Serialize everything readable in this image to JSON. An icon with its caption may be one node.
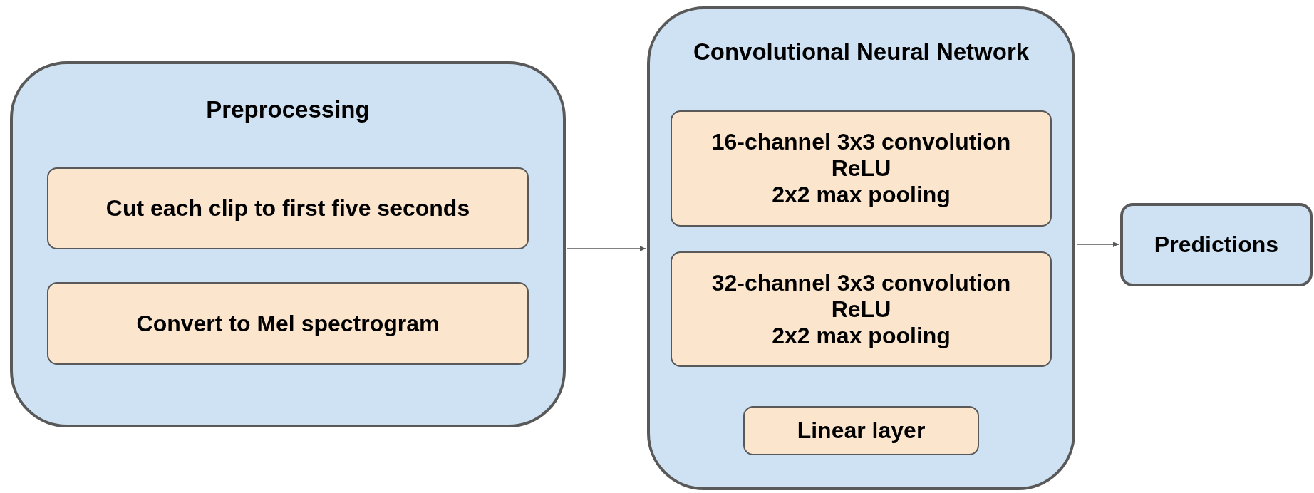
{
  "diagram": {
    "nodes": [
      {
        "text": [
          "Preprocessing"
        ]
      },
      {
        "text": [
          "Cut each clip to first five seconds"
        ],
        "in": 0
      },
      {
        "text": [
          "Convert to Mel spectrogram"
        ],
        "in": 0
      },
      {
        "text": [
          "Convolutional Neural Network"
        ]
      },
      {
        "text": [
          "16-channel 3x3 convolution",
          "ReLU",
          "2x2 max pooling"
        ],
        "in": 3
      },
      {
        "text": [
          "32-channel 3x3 convolution",
          "ReLU",
          "2x2 max pooling"
        ],
        "in": 3
      },
      {
        "text": [
          "Linear layer"
        ],
        "in": 3
      },
      {
        "text": [
          "Predictions"
        ]
      }
    ],
    "edges": [
      {
        "from": 0,
        "to": 3,
        "arrow": "to"
      },
      {
        "from": 3,
        "to": 7,
        "arrow": "to"
      }
    ]
  }
}
